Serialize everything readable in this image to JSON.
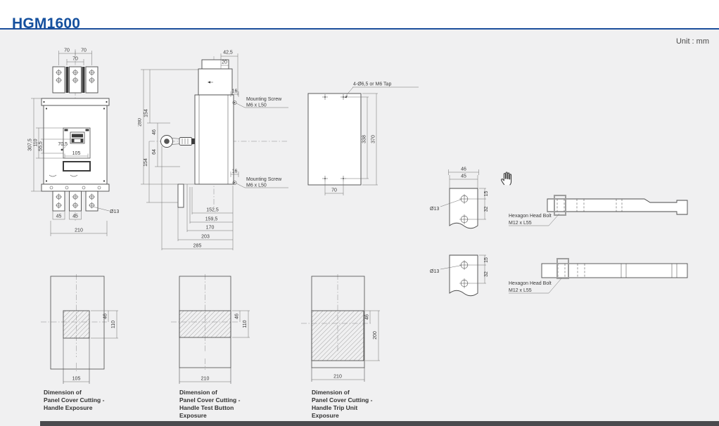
{
  "page": {
    "title": "HGM1600",
    "unit_label": "Unit : mm"
  },
  "colors": {
    "accent_blue": "#15509e",
    "canvas_gray": "#f0f0f1",
    "line_gray": "#4a4a4a",
    "footer_bar": "#4a4a4e"
  },
  "front_view": {
    "pole_pitch_left": "70",
    "pole_pitch_right": "70",
    "pole_pitch_center": "70",
    "case_height": "307,5",
    "escutcheon_height": "110",
    "handle_offset": "55,5",
    "handle_center": "70,5",
    "escutcheon_width": "105",
    "terminal_width_left": "45",
    "terminal_width_center": "45",
    "case_width": "210",
    "terminal_hole": "Ø13"
  },
  "side_view": {
    "handle_depth": "42,5",
    "handle_step": "20",
    "body_height": "280",
    "upper_height": "154",
    "handle_up": "46",
    "handle_down": "64",
    "lower_height": "154",
    "screw_offset_top": "16",
    "mounting_screw_top_1": "Mounting Screw",
    "mounting_screw_top_2": "M6 x L50",
    "screw_offset_bottom": "16",
    "mounting_screw_bottom_1": "Mounting Screw",
    "mounting_screw_bottom_2": "M6 x L50",
    "depth_1": "152,5",
    "depth_2": "159,5",
    "depth_3": "170",
    "depth_4": "203",
    "depth_5": "285"
  },
  "panel_view": {
    "tap_note": "4-Ø6,5 or M6 Tap",
    "hole_pitch_v": "338",
    "panel_height": "370",
    "hole_pitch_h": "70"
  },
  "bracket_top": {
    "width_outer": "46",
    "width_inner": "45",
    "hole_offset": "15",
    "hole_pitch": "32",
    "hole_dia": "Ø13",
    "bolt_note_1": "Hexagon Head Bolt",
    "bolt_note_2": "M12 x L55"
  },
  "bracket_bottom": {
    "hole_offset": "15",
    "hole_pitch": "32",
    "hole_dia": "Ø13",
    "bolt_note_1": "Hexagon Head Bolt",
    "bolt_note_2": "M12 x L55"
  },
  "cutout_handle": {
    "center_offset": "46",
    "cut_height": "110",
    "cut_width": "105",
    "caption": "Dimension of\nPanel Cover Cutting -\nHandle Exposure"
  },
  "cutout_test_button": {
    "center_offset": "46",
    "cut_height": "110",
    "cut_width": "210",
    "caption": "Dimension of\nPanel Cover Cutting -\nHandle Test Button\nExposure"
  },
  "cutout_trip_unit": {
    "center_offset": "46",
    "cut_height": "200",
    "cut_width": "210",
    "caption": "Dimension of\nPanel Cover Cutting -\nHandle Trip Unit\nExposure"
  }
}
